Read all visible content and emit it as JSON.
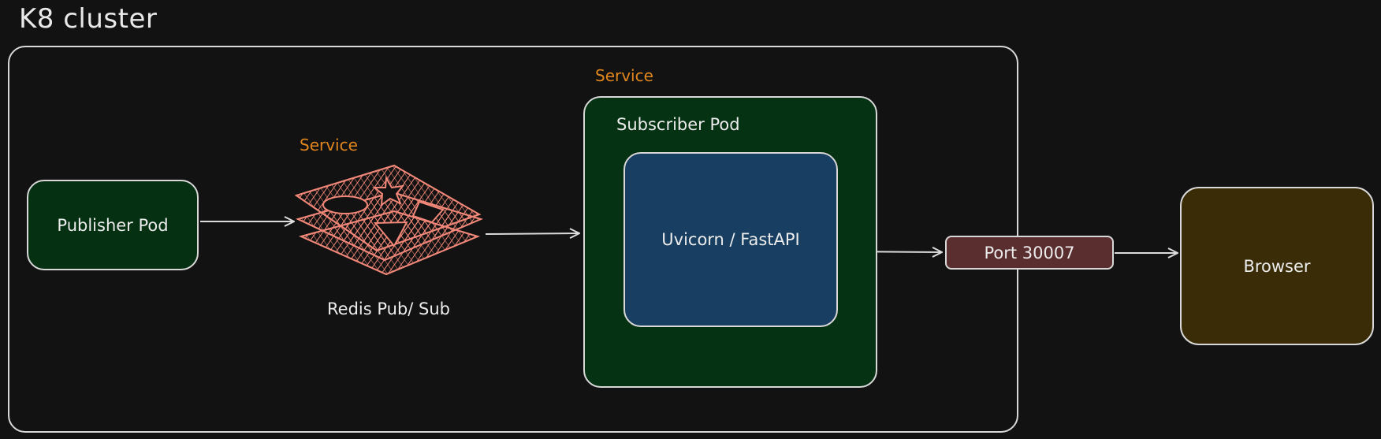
{
  "title": "K8 cluster",
  "nodes": {
    "publisher": "Publisher Pod",
    "redis_service": "Service",
    "redis_label": "Redis Pub/ Sub",
    "subscriber_service": "Service",
    "subscriber": "Subscriber Pod",
    "uvicorn": "Uvicorn / FastAPI",
    "port": "Port 30007",
    "browser": "Browser"
  },
  "icons": {
    "redis": "redis-layers-icon"
  },
  "colors": {
    "background": "#121212",
    "service_label": "#e0861d",
    "publisher_fill": "#053012",
    "subscriber_fill": "#053212",
    "uvicorn_fill": "#183f61",
    "port_fill": "#5a2d2f",
    "browser_fill": "#3a2c06",
    "redis_icon": "#f08778"
  }
}
